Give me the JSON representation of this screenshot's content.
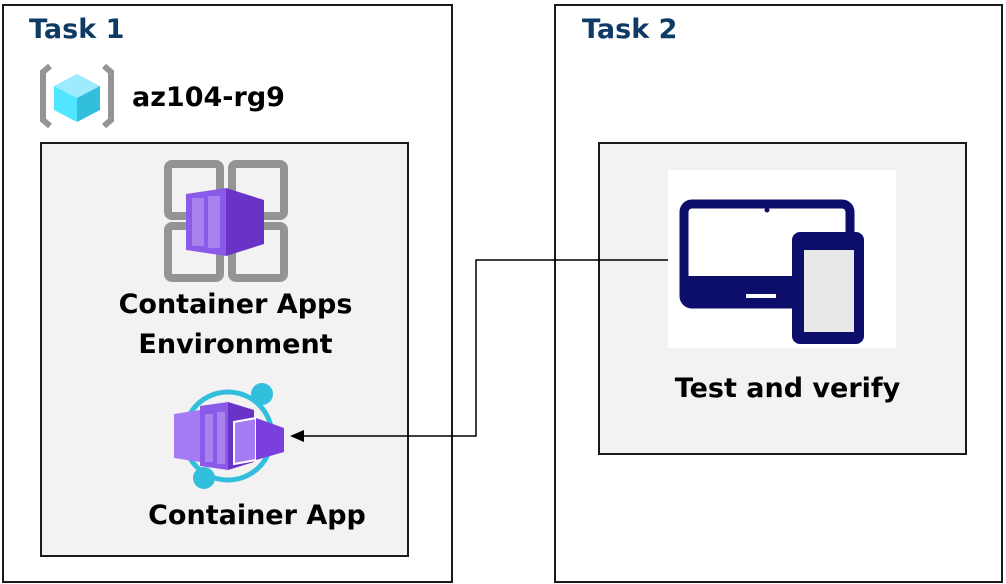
{
  "task1": {
    "title": "Task 1",
    "resource_group": "az104-rg9",
    "environment_label_line1": "Container Apps",
    "environment_label_line2": "Environment",
    "app_label": "Container App"
  },
  "task2": {
    "title": "Task 2",
    "test_label": "Test and verify"
  },
  "colors": {
    "title": "#0e3a66",
    "inner_fill": "#f2f2f2",
    "container_purple": "#7a3fdc",
    "cube_cyan": "#50e6ff",
    "device_navy": "#0d0d6b"
  },
  "icons": [
    "resource-group-icon",
    "container-apps-environment-icon",
    "container-app-icon",
    "devices-icon",
    "arrow-icon"
  ]
}
